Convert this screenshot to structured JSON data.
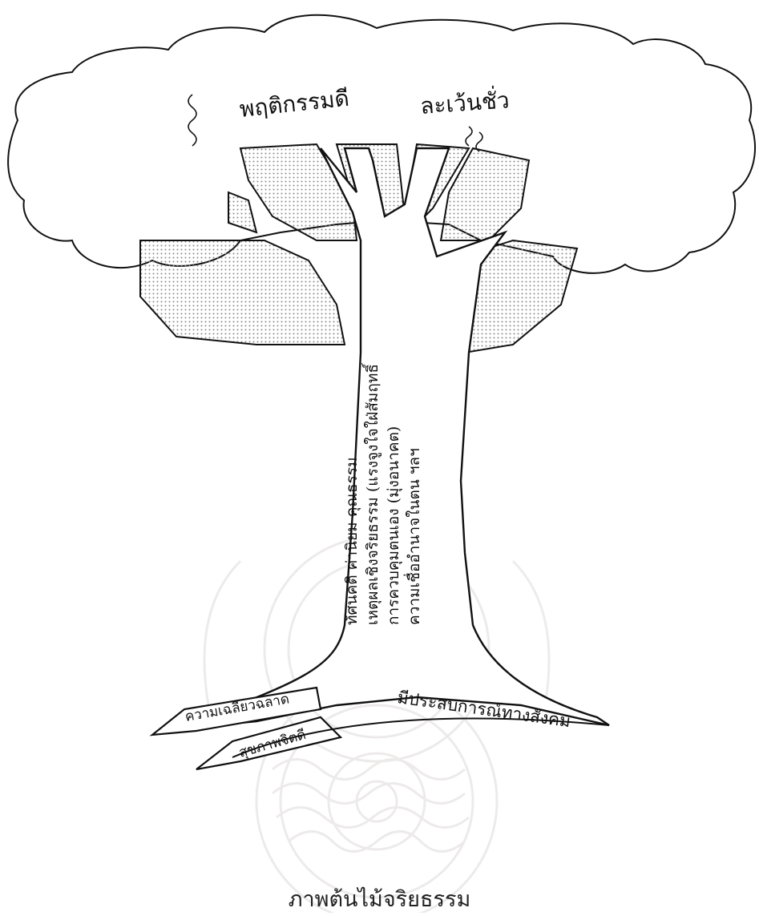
{
  "crown": {
    "left_text": "พฤติกรรมดี",
    "right_text": "ละเว้นชั่ว"
  },
  "trunk": {
    "lines": [
      "ทัศนคติ   ค่านิยม   คุณธรรม",
      "เหตุผลเชิงจริยธรรม (แรงจูงใจใฝ่สัมฤทธิ์",
      "การควบคุมตนเอง (มุ่งอนาคต)",
      "ความเชื่ออำนาจในตน  ฯลฯ"
    ]
  },
  "roots": {
    "root_1": "ความเฉลียวฉลาด",
    "root_2": "สุขภาพจิตดี",
    "root_3": "มีประสบการณ์ทางสังคม"
  },
  "caption": "ภาพต้นไม้จริยธรรม",
  "colors": {
    "line": "#111111",
    "stipple": "#8a8a8a",
    "watermark": "#d9d2d2"
  }
}
